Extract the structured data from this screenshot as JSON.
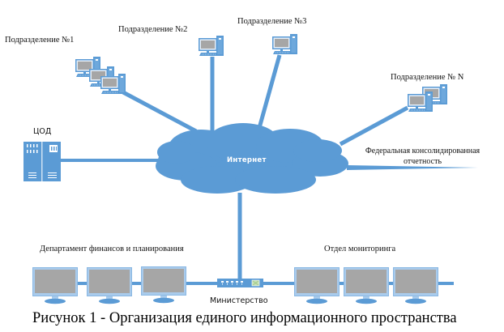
{
  "figure": {
    "caption": "Рисунок 1 - Организация единого информационного пространства",
    "colors": {
      "accent_blue": "#5b9bd5",
      "light_blue": "#a9cbec",
      "screen_gray": "#a6a6a6",
      "cloud_text": "#ffffff",
      "switch_port_green": "#c6e0b4"
    }
  },
  "nodes": {
    "internet": {
      "label": "Интернет",
      "icon": "cloud-icon"
    },
    "subdivision_1": {
      "label": "Подразделение №1",
      "icon": "workstation-group-icon",
      "workstations": 3
    },
    "subdivision_2": {
      "label": "Подразделение №2",
      "icon": "workstation-icon",
      "workstations": 1
    },
    "subdivision_3": {
      "label": "Подразделение №3",
      "icon": "workstation-icon",
      "workstations": 1
    },
    "subdivision_n": {
      "label": "Подразделение № N",
      "icon": "workstation-group-icon",
      "workstations": 2
    },
    "data_center": {
      "label": "ЦОД",
      "icon": "server-rack-icon"
    },
    "federal_reporting": {
      "label": "Федеральная консолидированная отчетность",
      "icon": "arrow-line"
    },
    "ministry": {
      "label": "Министерство",
      "icon": "network-switch-icon"
    },
    "finance_department": {
      "label": "Департамент финансов и планирования",
      "icon": "monitor-icon",
      "monitors": 3
    },
    "monitoring_department": {
      "label": "Отдел мониторинга",
      "icon": "monitor-icon",
      "monitors": 3
    }
  },
  "connections": [
    {
      "from": "subdivision_1",
      "to": "internet"
    },
    {
      "from": "subdivision_2",
      "to": "internet"
    },
    {
      "from": "subdivision_3",
      "to": "internet"
    },
    {
      "from": "subdivision_n",
      "to": "internet"
    },
    {
      "from": "data_center",
      "to": "internet"
    },
    {
      "from": "internet",
      "to": "federal_reporting"
    },
    {
      "from": "internet",
      "to": "ministry"
    },
    {
      "from": "ministry",
      "to": "finance_department"
    },
    {
      "from": "ministry",
      "to": "monitoring_department"
    }
  ]
}
